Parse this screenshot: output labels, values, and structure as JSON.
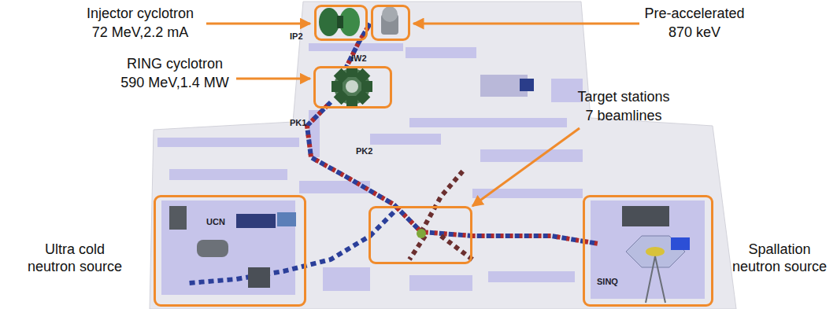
{
  "diagram": {
    "nodes": [
      {
        "text": [
          "Injector cyclotron",
          "72 MeV,2.2 mA"
        ]
      },
      {
        "text": [
          "Pre-accelerated",
          "870 keV"
        ]
      },
      {
        "text": [
          "RING cyclotron",
          "590 MeV,1.4 MW"
        ]
      },
      {
        "text": [
          "Target stations",
          "7 beamlines"
        ]
      },
      {
        "text": [
          "Ultra cold neutron source"
        ]
      },
      {
        "text": [
          "Spallation neutron source"
        ]
      }
    ],
    "labels": [
      "IP2",
      "IW2",
      "PK1",
      "PK2",
      "UCN",
      "SINQ"
    ]
  }
}
